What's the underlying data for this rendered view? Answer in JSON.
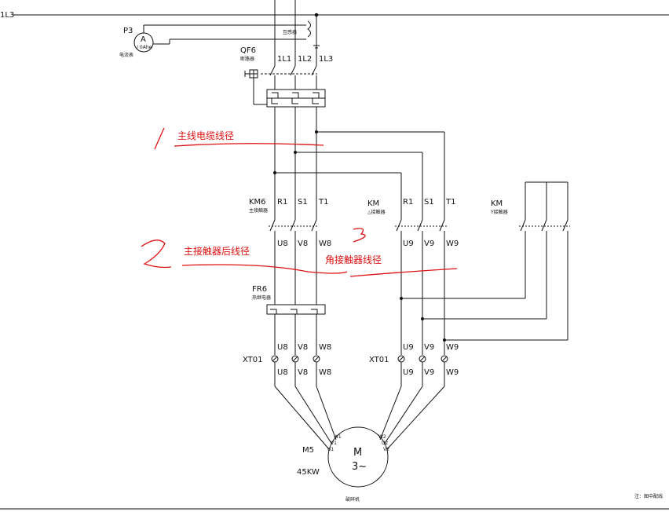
{
  "labels": {
    "bus": "1L3",
    "ammeter_tag": "P3",
    "ammeter_symbol": "A",
    "ammeter_range": "/ 0Ahe",
    "ammeter_caption": "电流表",
    "ct_caption": "互感器",
    "breaker_tag": "QF6",
    "breaker_caption": "断路器",
    "phase_1": "1L1",
    "phase_2": "1L2",
    "phase_3": "1L3",
    "km_main_tag": "KM6",
    "km_main_caption": "主接触器",
    "km_delta_tag": "KM",
    "km_delta_caption": "△接触器",
    "km_star_tag": "KM",
    "km_star_caption": "Y接触器",
    "t_r1": "R1",
    "t_s1": "S1",
    "t_t1": "T1",
    "t_r1b": "R1",
    "t_s1b": "S1",
    "t_t1b": "T1",
    "t_u8": "U8",
    "t_v8": "V8",
    "t_w8": "W8",
    "t_u9": "U9",
    "t_v9": "V9",
    "t_w9": "W9",
    "fr_tag": "FR6",
    "fr_caption": "热继电器",
    "xt_left": "XT01",
    "xt_right": "XT01",
    "xt_u8a": "U8",
    "xt_v8a": "V8",
    "xt_w8a": "W8",
    "xt_u8b": "U8",
    "xt_v8b": "V8",
    "xt_w8b": "W8",
    "xt_u9a": "U9",
    "xt_v9a": "V9",
    "xt_w9a": "W9",
    "xt_u9b": "U9",
    "xt_v9b": "V9",
    "xt_w9b": "W9",
    "motor_tag": "M5",
    "motor_power": "45KW",
    "motor_letter": "M",
    "motor_phase": "3~",
    "motor_caption": "破碎机",
    "w_w1": "W1",
    "w_v1": "V1",
    "w_u1": "U1",
    "w_w2": "W2",
    "w_u2": "U2",
    "w_v2": "V2",
    "note": "注：图中配线"
  },
  "annotations": {
    "num_1": "1",
    "text_1": "主线电缆线径",
    "num_2": "2",
    "text_2": "主接触器后线径",
    "num_3": "3",
    "text_3": "角接触器线径"
  },
  "colors": {
    "line": "#111111",
    "annotation": "#dd1111"
  }
}
